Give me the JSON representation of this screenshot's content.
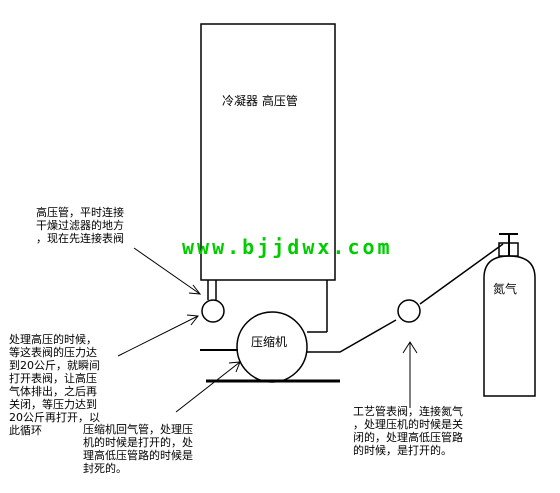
{
  "condenser_label": "冷凝器 高压管",
  "compressor_label": "压缩机",
  "nitrogen_label": "氮气",
  "watermark": "www.bjjdwx.com",
  "notes": {
    "high_pressure_pipe": "高压管，平时连接\n干燥过滤器的地方\n，现在先连接表阀",
    "high_pressure_process": "处理高压的时候，\n等这表阀的压力达\n到20公斤，就瞬间\n打开表阀，让高压\n气体排出，之后再\n关闭，等压力达到\n20公斤再打开，以\n此循环",
    "return_pipe": "压缩机回气管，处理压\n机的时候是打开的，处\n理高低压管路的时候是\n封死的。",
    "process_valve": "工艺管表阀，连接氮气\n，处理压机的时候是关\n闭的，处理高低压管路\n的时候，是打开的。"
  },
  "colors": {
    "line": "#000000",
    "watermark": "#00cc00",
    "background": "#ffffff"
  }
}
